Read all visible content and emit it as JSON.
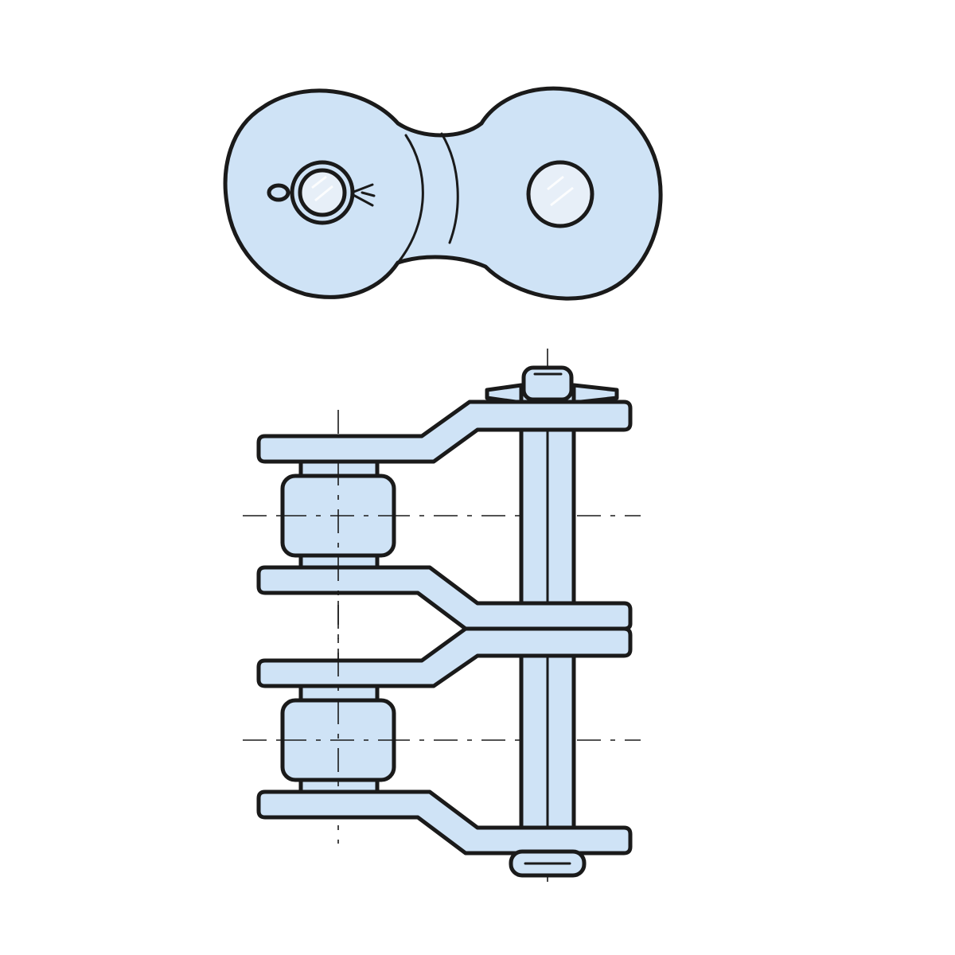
{
  "colors": {
    "part_fill": "#cfe3f6",
    "outline": "#1a1a1a",
    "hole_fill": "#e7eff8",
    "background": "#ffffff"
  },
  "views": {
    "top": {
      "part": "offset-link-plate",
      "features": [
        "pin-hole-with-cotter-pin",
        "plain-pin-hole"
      ]
    },
    "front": {
      "part": "double-strand-offset-link",
      "features": [
        "outer-plates",
        "middle-plate",
        "rollers",
        "pin",
        "cotter-pin"
      ]
    }
  }
}
